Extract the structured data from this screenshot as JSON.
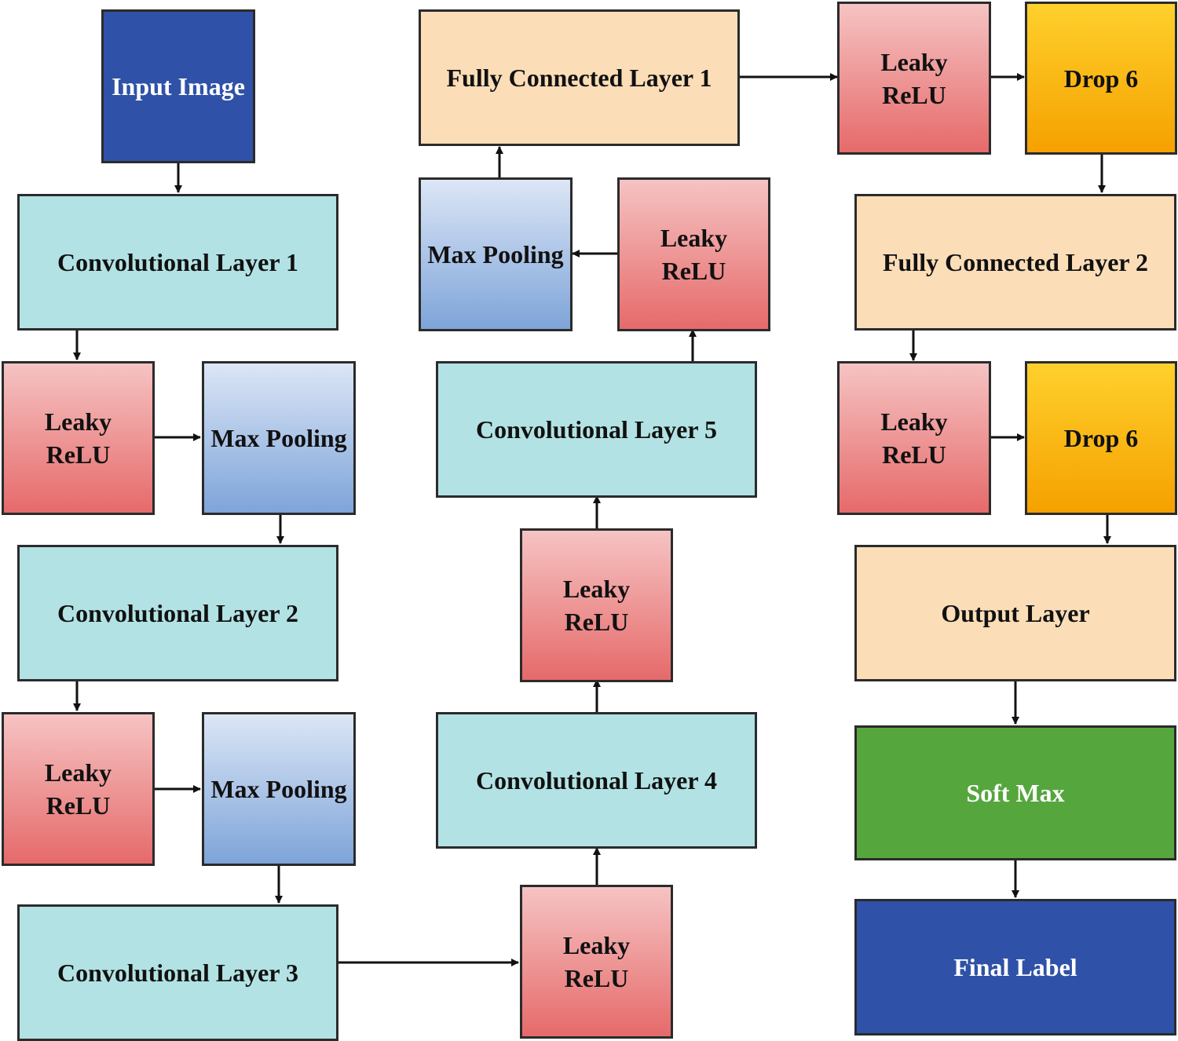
{
  "nodes": {
    "input_image": "Input Image",
    "conv1": "Convolutional Layer 1",
    "relu1_line1": "Leaky",
    "relu1_line2": "ReLU",
    "pool1": "Max Pooling",
    "conv2": "Convolutional Layer 2",
    "relu2_line1": "Leaky",
    "relu2_line2": "ReLU",
    "pool2": "Max Pooling",
    "conv3": "Convolutional Layer 3",
    "relu3_line1": "Leaky",
    "relu3_line2": "ReLU",
    "conv4": "Convolutional Layer 4",
    "relu4_line1": "Leaky",
    "relu4_line2": "ReLU",
    "conv5": "Convolutional Layer 5",
    "relu5_line1": "Leaky",
    "relu5_line2": "ReLU",
    "pool3": "Max Pooling",
    "fc1": "Fully Connected Layer 1",
    "relu6_line1": "Leaky",
    "relu6_line2": "ReLU",
    "drop1": "Drop 6",
    "fc2": "Fully Connected Layer 2",
    "relu7_line1": "Leaky",
    "relu7_line2": "ReLU",
    "drop2": "Drop 6",
    "output": "Output Layer",
    "softmax": "Soft Max",
    "final_label": "Final Label"
  },
  "colors": {
    "input": "#2f52a8",
    "conv": "#b2e2e4",
    "relu": "#e66a6a",
    "pool": "#7ea4d9",
    "fc": "#fbddb8",
    "drop": "#f5a100",
    "softmax": "#56a63e",
    "final": "#2f52a8",
    "arrow": "#111111"
  }
}
